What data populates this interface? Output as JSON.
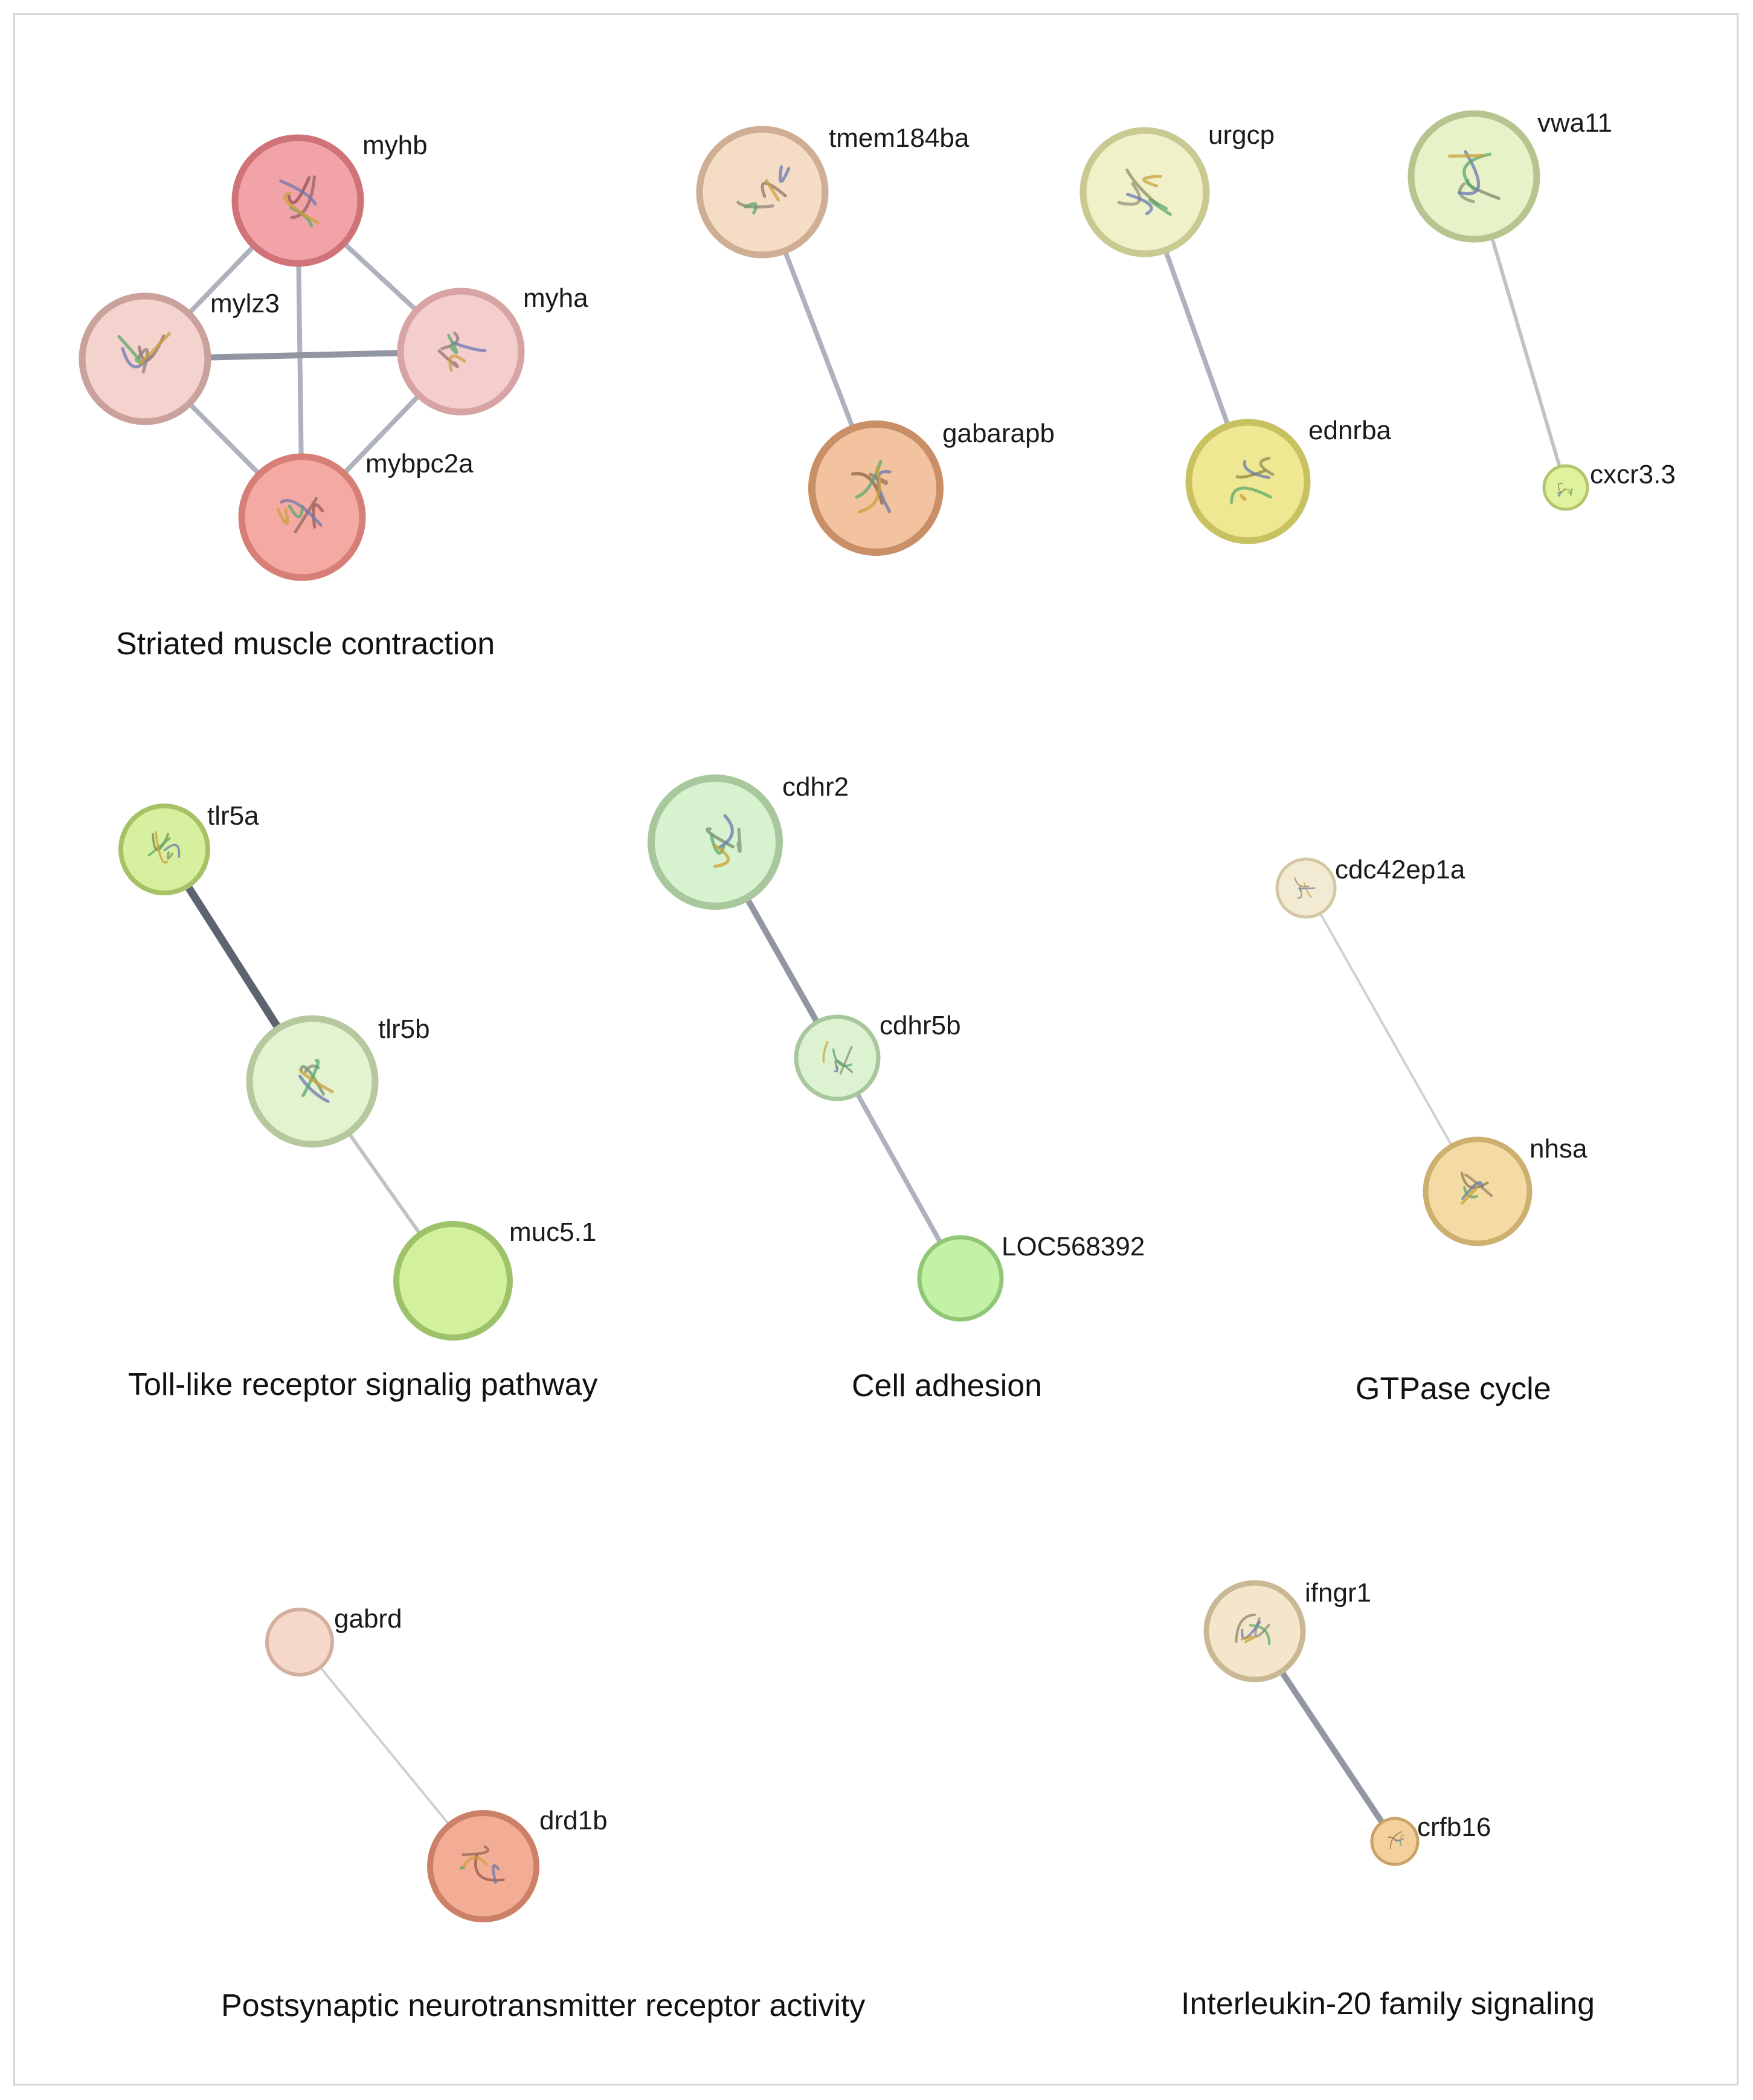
{
  "clusters": [
    {
      "title": "Striated muscle contraction",
      "nodes": [
        {
          "id": "myhb",
          "label": "myhb",
          "fill": "#f2a3a8",
          "ring": "#d07378",
          "structure": true
        },
        {
          "id": "mylz3",
          "label": "mylz3",
          "fill": "#f4d2ce",
          "ring": "#caa29b",
          "structure": true
        },
        {
          "id": "myha",
          "label": "myha",
          "fill": "#f4cdcd",
          "ring": "#d7a3a3",
          "structure": true
        },
        {
          "id": "mybpc2a",
          "label": "mybpc2a",
          "fill": "#f4aaa2",
          "ring": "#d77e77",
          "structure": true
        }
      ],
      "edges": [
        {
          "source": "myhb",
          "target": "mylz3",
          "strength": "medium"
        },
        {
          "source": "myhb",
          "target": "myha",
          "strength": "medium"
        },
        {
          "source": "myhb",
          "target": "mybpc2a",
          "strength": "medium"
        },
        {
          "source": "mylz3",
          "target": "myha",
          "strength": "strong"
        },
        {
          "source": "mylz3",
          "target": "mybpc2a",
          "strength": "medium"
        },
        {
          "source": "myha",
          "target": "mybpc2a",
          "strength": "medium"
        }
      ]
    },
    {
      "title": "",
      "nodes": [
        {
          "id": "tmem184ba",
          "label": "tmem184ba",
          "fill": "#f5dcc5",
          "ring": "#cfae94",
          "structure": true
        },
        {
          "id": "gabarapb",
          "label": "gabarapb",
          "fill": "#f3c3a0",
          "ring": "#c98f66",
          "structure": true
        }
      ],
      "edges": [
        {
          "source": "tmem184ba",
          "target": "gabarapb",
          "strength": "medium"
        }
      ]
    },
    {
      "title": "",
      "nodes": [
        {
          "id": "urgcp",
          "label": "urgcp",
          "fill": "#f1f1c9",
          "ring": "#c9c992",
          "structure": true
        },
        {
          "id": "ednrba",
          "label": "ednrba",
          "fill": "#efe792",
          "ring": "#c8c160",
          "structure": true
        }
      ],
      "edges": [
        {
          "source": "urgcp",
          "target": "ednrba",
          "strength": "medium"
        }
      ]
    },
    {
      "title": "",
      "nodes": [
        {
          "id": "vwa11",
          "label": "vwa11",
          "fill": "#e8f2c9",
          "ring": "#b6c590",
          "structure": true
        },
        {
          "id": "cxcr3.3",
          "label": "cxcr3.3",
          "fill": "#dff29d",
          "ring": "#b2c46c",
          "structure": true
        }
      ],
      "edges": [
        {
          "source": "vwa11",
          "target": "cxcr3.3",
          "strength": "weak"
        }
      ]
    },
    {
      "title": "Toll-like receptor signalig pathway",
      "nodes": [
        {
          "id": "tlr5a",
          "label": "tlr5a",
          "fill": "#d7f0a0",
          "ring": "#a7c266",
          "structure": true
        },
        {
          "id": "tlr5b",
          "label": "tlr5b",
          "fill": "#e3f2cf",
          "ring": "#b6c99e",
          "structure": true
        },
        {
          "id": "muc5.1",
          "label": "muc5.1",
          "fill": "#d3f19d",
          "ring": "#9ec26a",
          "structure": false
        }
      ],
      "edges": [
        {
          "source": "tlr5a",
          "target": "tlr5b",
          "strength": "strongest"
        },
        {
          "source": "tlr5b",
          "target": "muc5.1",
          "strength": "weak"
        }
      ]
    },
    {
      "title": "Cell adhesion",
      "nodes": [
        {
          "id": "cdhr2",
          "label": "cdhr2",
          "fill": "#d7f2cf",
          "ring": "#a8c79c",
          "structure": true
        },
        {
          "id": "cdhr5b",
          "label": "cdhr5b",
          "fill": "#dcf2d0",
          "ring": "#a9c79c",
          "structure": true
        },
        {
          "id": "LOC568392",
          "label": "LOC568392",
          "fill": "#c3f2a6",
          "ring": "#90c777",
          "structure": false
        }
      ],
      "edges": [
        {
          "source": "cdhr2",
          "target": "cdhr5b",
          "strength": "strong"
        },
        {
          "source": "cdhr5b",
          "target": "LOC568392",
          "strength": "medium"
        }
      ]
    },
    {
      "title": "GTPase cycle",
      "nodes": [
        {
          "id": "cdc42ep1a",
          "label": "cdc42ep1a",
          "fill": "#f3ead4",
          "ring": "#d3c7a4",
          "structure": true
        },
        {
          "id": "nhsa",
          "label": "nhsa",
          "fill": "#f4dba3",
          "ring": "#cdb070",
          "structure": true
        }
      ],
      "edges": [
        {
          "source": "cdc42ep1a",
          "target": "nhsa",
          "strength": "faint"
        }
      ]
    },
    {
      "title": "Postsynaptic neurotransmitter receptor activity",
      "nodes": [
        {
          "id": "gabrd",
          "label": "gabrd",
          "fill": "#f6d8ca",
          "ring": "#d3b09e",
          "structure": false
        },
        {
          "id": "drd1b",
          "label": "drd1b",
          "fill": "#f3ad95",
          "ring": "#cd8068",
          "structure": true
        }
      ],
      "edges": [
        {
          "source": "gabrd",
          "target": "drd1b",
          "strength": "faint"
        }
      ]
    },
    {
      "title": "Interleukin-20 family signaling",
      "nodes": [
        {
          "id": "ifngr1",
          "label": "ifngr1",
          "fill": "#f3e6cb",
          "ring": "#c9b894",
          "structure": true
        },
        {
          "id": "crfb16",
          "label": "crfb16",
          "fill": "#f3d09c",
          "ring": "#c9a266",
          "structure": true
        }
      ],
      "edges": [
        {
          "source": "ifngr1",
          "target": "crfb16",
          "strength": "strong"
        }
      ]
    }
  ],
  "edge_colors": {
    "faint": "#d0d0d0",
    "weak": "#c0c2c8",
    "medium": "#aeb2bc",
    "strong": "#9296a2",
    "strongest": "#5e6370"
  }
}
